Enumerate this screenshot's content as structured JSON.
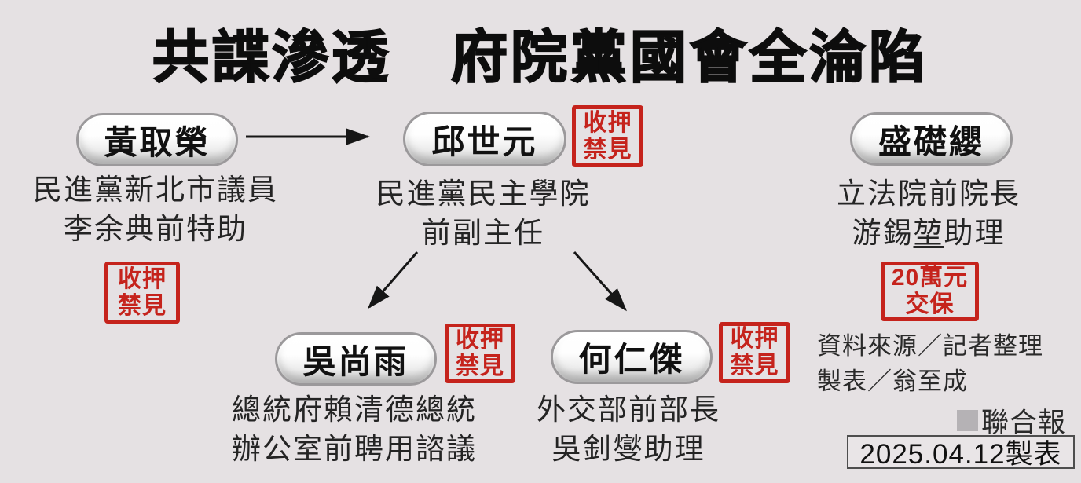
{
  "page": {
    "background_color": "#e5e1e3",
    "stamp_red": "#c5231c",
    "pill_border_gray": "#9b999b",
    "brand_square_gray": "#b5b2b5"
  },
  "title": "共諜滲透　府院黨國會全淪陷",
  "nodes": [
    {
      "name": "黃取榮",
      "desc1": "民進黨新北市議員",
      "desc2": "李余典前特助",
      "stamp": {
        "line1": "收押",
        "line2": "禁見"
      }
    },
    {
      "name": "邱世元",
      "desc1": "民進黨民主學院",
      "desc2": "前副主任",
      "stamp": {
        "line1": "收押",
        "line2": "禁見"
      }
    },
    {
      "name": "盛礎纓",
      "desc1": "立法院前院長",
      "desc2_pre": "游錫",
      "desc2_underlined": "堃",
      "desc2_post": "助理",
      "stamp": {
        "line1": "20萬元",
        "line2": "交保"
      }
    },
    {
      "name": "吳尚雨",
      "desc1": "總統府賴清德總統",
      "desc2": "辦公室前聘用諮議",
      "stamp": {
        "line1": "收押",
        "line2": "禁見"
      }
    },
    {
      "name": "何仁傑",
      "desc1": "外交部前部長",
      "desc2": "吳釗燮助理",
      "stamp": {
        "line1": "收押",
        "line2": "禁見"
      }
    }
  ],
  "footer": {
    "source_line1": "資料來源／記者整理",
    "source_line2": "製表／翁至成",
    "brand": "聯合報",
    "date_note": "2025.04.12製表"
  }
}
